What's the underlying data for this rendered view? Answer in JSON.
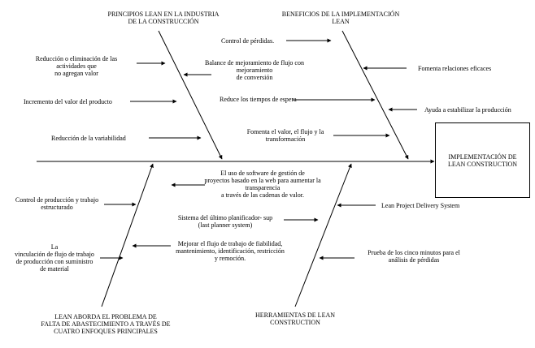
{
  "effect": "IMPLEMENTACIÓN DE\nLEAN CONSTRUCTION",
  "categories": {
    "principios": "PRINCIPIOS LEAN EN LA INDUSTRIA\nDE LA CONSTRUCCIÓN",
    "beneficios": "BENEFICIOS DE LA IMPLEMENTACIÓN\nLEAN",
    "problema": "LEAN ABORDA EL PROBLEMA DE\nFALTA DE ABASTECIMIENTO A TRAVÉS DE\nCUATRO ENFOQUES PRINCIPALES",
    "herramientas": "HERRAMIENTAS DE LEAN\nCONSTRUCTION"
  },
  "principios_causes": {
    "c1": "Reducción o eliminación de las\nactividades que\nno agregan valor",
    "c2": "Balance de mejoramiento de flujo con\nmejoramiento\nde conversión",
    "c3": "Incremento del valor del producto",
    "c4": "Reducción de la variabilidad"
  },
  "beneficios_causes": {
    "c1": "Control de pérdidas.",
    "c2": "Fomenta relaciones eficaces",
    "c3": "Reduce los tiempos de espera",
    "c4": "Ayuda a estabilizar la producción",
    "c5": "Fomenta el valor, el flujo y la\ntransformación"
  },
  "problema_causes": {
    "c1": "El uso de software de gestión de\nproyectos basado en la web para aumentar la\ntransparencia\na través de las cadenas de valor.",
    "c2": "Control de producción y trabajo\nestructurado",
    "c3": "Sistema del último planificador- sup\n(last planner system)",
    "c4": "La\nvinculación de flujo de trabajo\nde producción con suministro\nde material",
    "c5": "Mejorar el flujo de trabajo de fiabilidad,\nmantenimiento, identificación, restricción\ny remoción."
  },
  "herramientas_causes": {
    "c1": "Lean Project Delivery System",
    "c2": "Prueba de los cinco minutos para el\nanálisis de pérdidas"
  }
}
